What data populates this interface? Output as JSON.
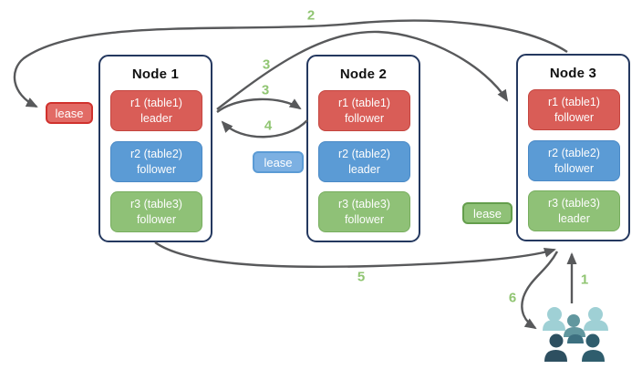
{
  "diagram": {
    "nodes": [
      {
        "title": "Node 1",
        "replicas": [
          {
            "name": "r1 (table1)",
            "role": "leader",
            "color": "red"
          },
          {
            "name": "r2 (table2)",
            "role": "follower",
            "color": "blue"
          },
          {
            "name": "r3 (table3)",
            "role": "follower",
            "color": "green"
          }
        ]
      },
      {
        "title": "Node 2",
        "replicas": [
          {
            "name": "r1 (table1)",
            "role": "follower",
            "color": "red"
          },
          {
            "name": "r2 (table2)",
            "role": "leader",
            "color": "blue"
          },
          {
            "name": "r3 (table3)",
            "role": "follower",
            "color": "green"
          }
        ]
      },
      {
        "title": "Node 3",
        "replicas": [
          {
            "name": "r1 (table1)",
            "role": "follower",
            "color": "red"
          },
          {
            "name": "r2 (table2)",
            "role": "follower",
            "color": "blue"
          },
          {
            "name": "r3 (table3)",
            "role": "leader",
            "color": "green"
          }
        ]
      }
    ],
    "leases": [
      {
        "label": "lease",
        "color": "red"
      },
      {
        "label": "lease",
        "color": "blue"
      },
      {
        "label": "lease",
        "color": "green"
      }
    ],
    "arrow_labels": [
      {
        "text": "2"
      },
      {
        "text": "3"
      },
      {
        "text": "3"
      },
      {
        "text": "4"
      },
      {
        "text": "5"
      },
      {
        "text": "6"
      },
      {
        "text": "1"
      }
    ],
    "icons": [
      {
        "name": "users-icon"
      }
    ],
    "colors": {
      "replica_red": "#d95d57",
      "replica_blue": "#5b9bd5",
      "replica_green": "#8fc177",
      "node_border": "#24385f",
      "arrow": "#58595b",
      "step_label": "#90c572",
      "users_light": "#9fd0d5",
      "users_mid": "#61979f",
      "users_slate": "#3d7080",
      "users_dark_left": "#2d4f60",
      "users_dark_right": "#2f5d6d"
    }
  }
}
